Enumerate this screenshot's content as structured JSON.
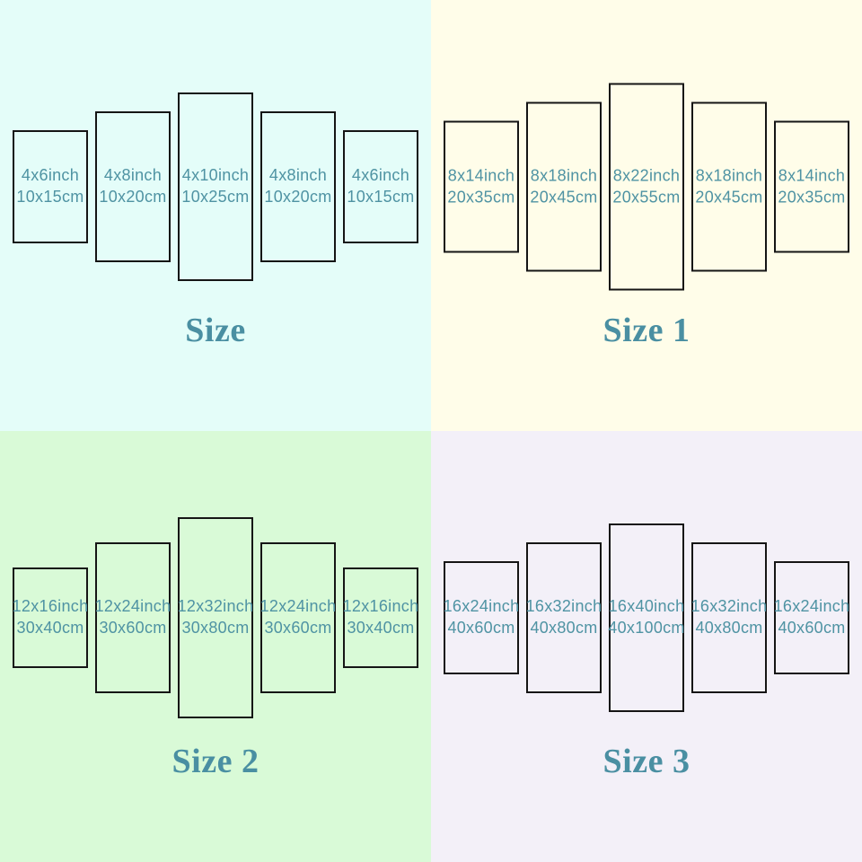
{
  "size_chart": {
    "panel_border_color": "#151515",
    "label_color": "#4f93a3",
    "title_color": "#4a8fa2"
  },
  "quadrants": [
    {
      "title": "Size",
      "background": "#e4fdf9",
      "panels": [
        {
          "inch": "4x6inch",
          "cm": "10x15cm"
        },
        {
          "inch": "4x8inch",
          "cm": "10x20cm"
        },
        {
          "inch": "4x10inch",
          "cm": "10x25cm"
        },
        {
          "inch": "4x8inch",
          "cm": "10x20cm"
        },
        {
          "inch": "4x6inch",
          "cm": "10x15cm"
        }
      ]
    },
    {
      "title": "Size 1",
      "background": "#fffde9",
      "panels": [
        {
          "inch": "8x14inch",
          "cm": "20x35cm"
        },
        {
          "inch": "8x18inch",
          "cm": "20x45cm"
        },
        {
          "inch": "8x22inch",
          "cm": "20x55cm"
        },
        {
          "inch": "8x18inch",
          "cm": "20x45cm"
        },
        {
          "inch": "8x14inch",
          "cm": "20x35cm"
        }
      ]
    },
    {
      "title": "Size 2",
      "background": "#d9fad7",
      "panels": [
        {
          "inch": "12x16inch",
          "cm": "30x40cm"
        },
        {
          "inch": "12x24inch",
          "cm": "30x60cm"
        },
        {
          "inch": "12x32inch",
          "cm": "30x80cm"
        },
        {
          "inch": "12x24inch",
          "cm": "30x60cm"
        },
        {
          "inch": "12x16inch",
          "cm": "30x40cm"
        }
      ]
    },
    {
      "title": "Size 3",
      "background": "#f3f0f8",
      "panels": [
        {
          "inch": "16x24inch",
          "cm": "40x60cm"
        },
        {
          "inch": "16x32inch",
          "cm": "40x80cm"
        },
        {
          "inch": "16x40inch",
          "cm": "40x100cm"
        },
        {
          "inch": "16x32inch",
          "cm": "40x80cm"
        },
        {
          "inch": "16x24inch",
          "cm": "40x60cm"
        }
      ]
    }
  ]
}
